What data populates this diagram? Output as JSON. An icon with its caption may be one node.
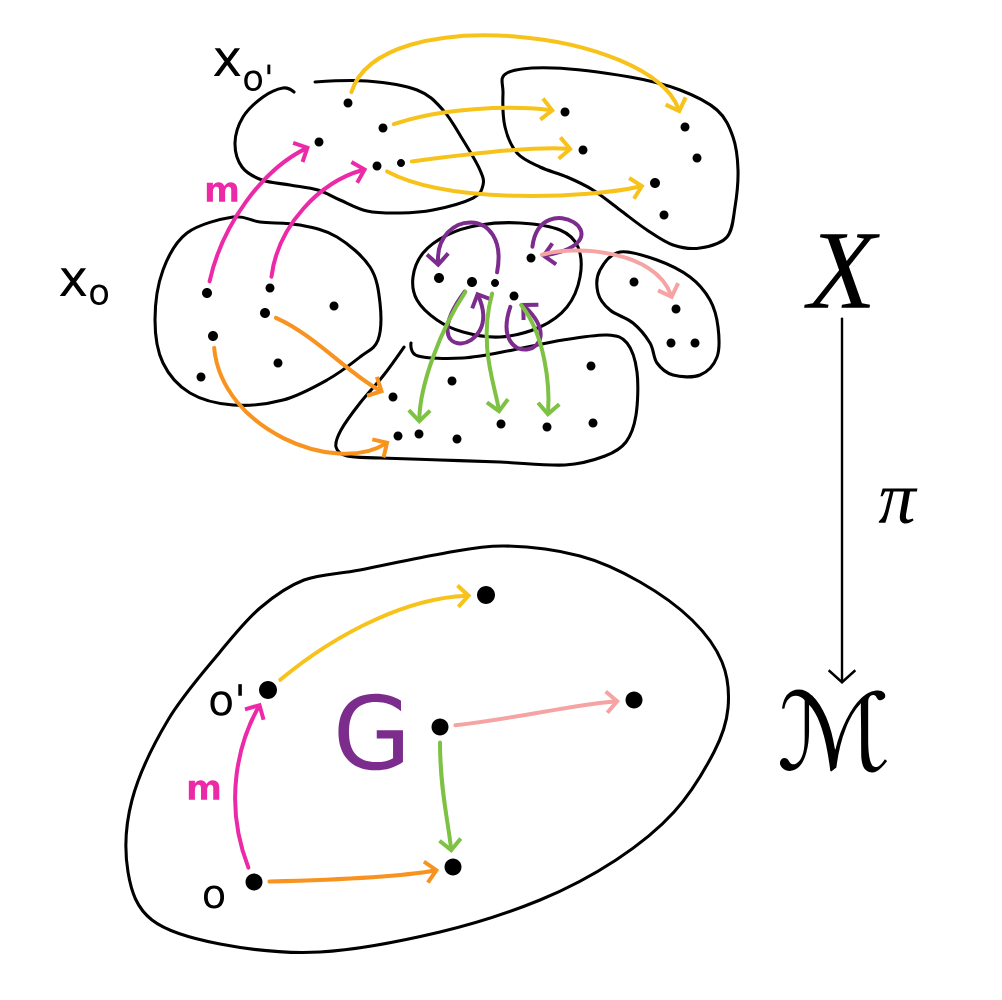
{
  "diagram": {
    "nodes": [
      {
        "text": [
          "x$_{o'}$"
        ]
      },
      {
        "text": [],
        "shape": "dot",
        "in": 0
      },
      {
        "text": [],
        "shape": "dot",
        "in": 0
      },
      {
        "text": [],
        "shape": "dot",
        "in": 0
      },
      {
        "text": [],
        "shape": "dot",
        "in": 0
      },
      {
        "text": [],
        "shape": "dot",
        "in": 0
      },
      {
        "text": [],
        "shape": "blob"
      },
      {
        "text": [],
        "shape": "dot",
        "in": 6
      },
      {
        "text": [],
        "shape": "dot",
        "in": 6
      },
      {
        "text": [],
        "shape": "dot",
        "in": 6
      },
      {
        "text": [],
        "shape": "dot",
        "in": 6
      },
      {
        "text": [
          "X"
        ]
      },
      {
        "text": [
          "x$_{o}$"
        ]
      },
      {
        "text": [],
        "shape": "dot",
        "in": 12
      },
      {
        "text": [],
        "shape": "dot",
        "in": 12
      },
      {
        "text": [],
        "shape": "dot",
        "in": 12
      },
      {
        "text": [],
        "shape": "dot",
        "in": 12
      },
      {
        "text": [],
        "shape": "blob"
      },
      {
        "text": [],
        "shape": "dot",
        "in": 17
      },
      {
        "text": [],
        "shape": "dot",
        "in": 17
      },
      {
        "text": [],
        "shape": "dot",
        "in": 17
      },
      {
        "text": [],
        "shape": "dot",
        "in": 17
      },
      {
        "text": [],
        "shape": "dot",
        "in": 17
      },
      {
        "text": [],
        "shape": "blob"
      },
      {
        "text": [],
        "shape": "dot",
        "in": 23
      },
      {
        "text": [],
        "shape": "blob"
      },
      {
        "text": [],
        "shape": "dot",
        "in": 25
      },
      {
        "text": [],
        "shape": "dot",
        "in": 25
      },
      {
        "text": [],
        "shape": "dot",
        "in": 25
      },
      {
        "text": [],
        "shape": "dot",
        "in": 25
      },
      {
        "text": [],
        "shape": "dot",
        "in": 25
      },
      {
        "text": [],
        "shape": "ellipse"
      },
      {
        "text": [],
        "shape": "dot",
        "in": 31
      },
      {
        "text": [],
        "shape": "dot",
        "in": 31,
        "beside": [
          "o'"
        ]
      },
      {
        "text": [],
        "shape": "dot",
        "in": 31
      },
      {
        "text": [],
        "shape": "dot",
        "in": 31
      },
      {
        "text": [],
        "shape": "dot",
        "in": 31
      },
      {
        "text": [],
        "shape": "dot",
        "in": 31,
        "beside": [
          "o"
        ]
      },
      {
        "text": [
          "ℳ"
        ]
      }
    ],
    "edges": [
      {
        "from": 1,
        "to": 9,
        "arrow": "to",
        "color": "#f7c31b"
      },
      {
        "from": 2,
        "to": 7,
        "arrow": "to",
        "color": "#f7c31b"
      },
      {
        "from": 5,
        "to": 8,
        "arrow": "to",
        "color": "#f7c31b"
      },
      {
        "from": 4,
        "to": 10,
        "arrow": "to",
        "color": "#f7c31b"
      },
      {
        "from": 13,
        "to": 3,
        "arrow": "to",
        "label": "m",
        "color": "#ec2aa8"
      },
      {
        "from": 14,
        "to": 4,
        "arrow": "to",
        "color": "#ec2aa8"
      },
      {
        "from": 15,
        "to": 26,
        "arrow": "to",
        "color": "#f7931e"
      },
      {
        "from": 16,
        "to": 27,
        "arrow": "to",
        "color": "#f7931e"
      },
      {
        "from": 20,
        "to": 18,
        "arrow": "to",
        "color": "#7b2c8c"
      },
      {
        "from": 22,
        "to": 22,
        "arrow": "to",
        "color": "#7b2c8c"
      },
      {
        "from": 19,
        "to": 19,
        "arrow": "to",
        "color": "#7b2c8c"
      },
      {
        "from": 21,
        "to": 21,
        "arrow": "to",
        "color": "#7b2c8c"
      },
      {
        "from": 19,
        "to": 28,
        "arrow": "to",
        "color": "#7dc242"
      },
      {
        "from": 20,
        "to": 29,
        "arrow": "to",
        "color": "#7dc242"
      },
      {
        "from": 21,
        "to": 30,
        "arrow": "to",
        "color": "#7dc242"
      },
      {
        "from": 22,
        "to": 24,
        "arrow": "to",
        "color": "#f6a3a3"
      },
      {
        "from": 37,
        "to": 33,
        "arrow": "to",
        "label": "m",
        "color": "#ec2aa8"
      },
      {
        "from": 33,
        "to": 32,
        "arrow": "to",
        "color": "#f7c31b"
      },
      {
        "from": 35,
        "to": 34,
        "arrow": "to",
        "color": "#f6a3a3"
      },
      {
        "from": 35,
        "to": 36,
        "arrow": "to",
        "color": "#7dc242"
      },
      {
        "from": 37,
        "to": 36,
        "arrow": "to",
        "color": "#f7931e"
      },
      {
        "from": 11,
        "to": 38,
        "arrow": "to",
        "label": "π",
        "color": "#000000"
      }
    ],
    "labels": [
      "G"
    ]
  }
}
